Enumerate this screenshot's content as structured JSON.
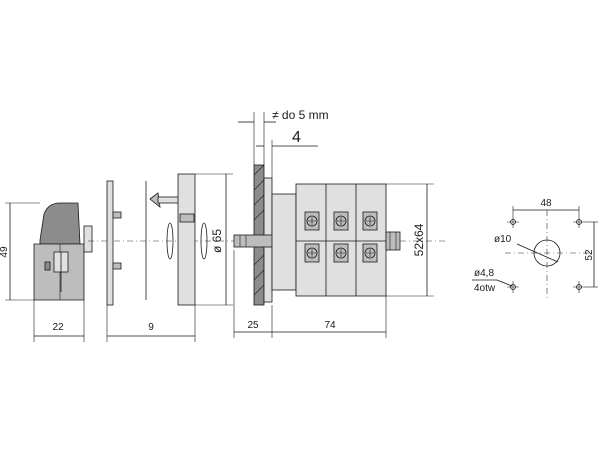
{
  "dimensions": {
    "height_49": "49",
    "width_22": "22",
    "width_9": "9",
    "diameter_65": "ø 65",
    "width_25": "25",
    "width_74": "74",
    "size_52x64": "52x64",
    "panel_thickness": "≠ do 5 mm",
    "thickness_4": "4",
    "hole_spacing_48": "48",
    "hole_spacing_52": "52",
    "center_hole": "ø10",
    "mount_hole": "ø4,8",
    "mount_hole_count": "4otw"
  }
}
